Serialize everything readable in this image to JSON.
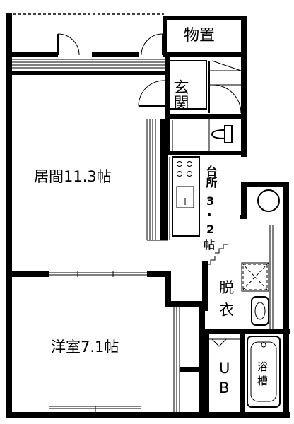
{
  "rooms": {
    "living": "居間11.3帖",
    "western": "洋室7.1帖",
    "storage": "物置",
    "entrance": "玄関",
    "kitchen_label": "台所",
    "kitchen_num1": "3",
    "kitchen_dot": "・",
    "kitchen_num2": "2",
    "kitchen_unit": "帖",
    "dressing_1": "脱",
    "dressing_2": "衣",
    "unitbath_1": "U",
    "unitbath_2": "B",
    "bathtub_1": "浴",
    "bathtub_2": "槽"
  },
  "colors": {
    "wall": "#000000",
    "background": "#ffffff"
  }
}
